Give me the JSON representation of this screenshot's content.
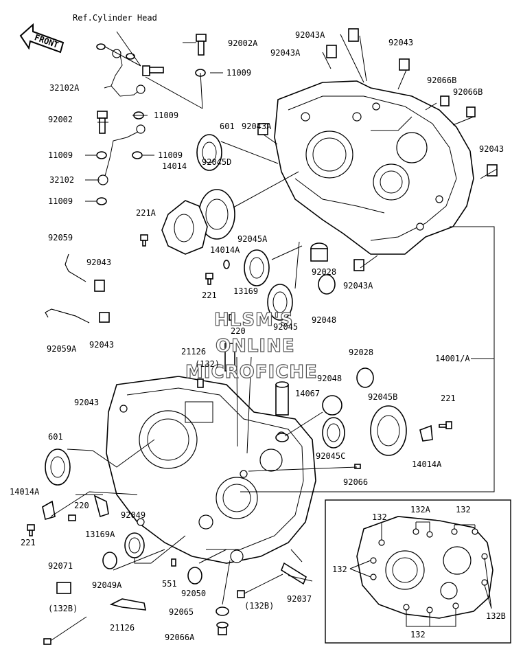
{
  "header": {
    "reference": "Ref.Cylinder Head",
    "front_arrow": "FRONT"
  },
  "watermark": [
    "HLSM'S",
    "ONLINE",
    "MICROFICHE"
  ],
  "parts": {
    "p92002A": "92002A",
    "p11009a": "11009",
    "p32102A": "32102A",
    "p92002": "92002",
    "p11009b": "11009",
    "p11009c": "11009",
    "p11009d": "11009",
    "p32102": "32102",
    "p11009e": "11009",
    "p92043A_1": "92043A",
    "p92043A_2": "92043A",
    "p92043_top": "92043",
    "p92066B_1": "92066B",
    "p92066B_2": "92066B",
    "p601_top": "601",
    "p92043A_3": "92043A",
    "p92043_right": "92043",
    "p14014": "14014",
    "p92045D": "92045D",
    "p221A": "221A",
    "p92045A": "92045A",
    "p14014A_1": "14014A",
    "p92059": "92059",
    "p92043_a": "92043",
    "p221_a": "221",
    "p92028_a": "92028",
    "p92043A_4": "92043A",
    "p13169": "13169",
    "p92048_a": "92048",
    "p92045": "92045",
    "p220_a": "220",
    "p92059A": "92059A",
    "p92043_b": "92043",
    "p21126_a": "21126",
    "p132_a": "(132)",
    "p92028_b": "92028",
    "p14001A": "14001/A",
    "p92048_b": "92048",
    "p14067": "14067",
    "p92043_c": "92043",
    "p92045B": "92045B",
    "p221_b": "221",
    "p601_bottom": "601",
    "p92045C": "92045C",
    "p14014A_2": "14014A",
    "p92066": "92066",
    "p14014A_3": "14014A",
    "p220_b": "220",
    "p92049": "92049",
    "p13169A": "13169A",
    "p221_c": "221",
    "p92071": "92071",
    "p92049A": "92049A",
    "p551": "551",
    "p92050": "92050",
    "p92037": "92037",
    "p132B_a": "(132B)",
    "p92065": "92065",
    "p132B_b": "(132B)",
    "p21126_b": "21126",
    "p92066A": "92066A"
  },
  "inset": {
    "l132_tl": "132",
    "l132A": "132A",
    "l132_tr": "132",
    "l132_left": "132",
    "l132B": "132B",
    "l132_bottom": "132"
  }
}
